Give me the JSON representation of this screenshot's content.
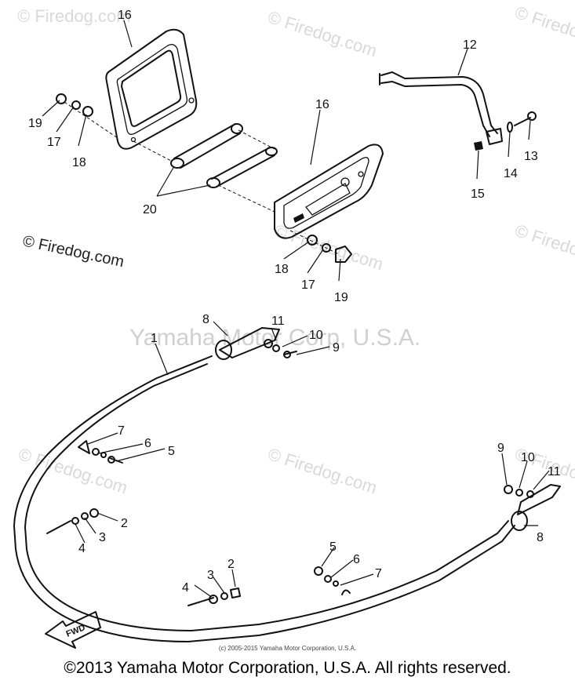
{
  "watermarks": {
    "firedog": "© Firedog.com",
    "company": "Yamaha Motor Corp, U.S.A."
  },
  "callouts": {
    "c1": "1",
    "c2a": "2",
    "c2b": "2",
    "c3a": "3",
    "c3b": "3",
    "c4a": "4",
    "c4b": "4",
    "c5a": "5",
    "c5b": "5",
    "c6a": "6",
    "c6b": "6",
    "c7a": "7",
    "c7b": "7",
    "c8a": "8",
    "c8b": "8",
    "c9a": "9",
    "c9b": "9",
    "c10a": "10",
    "c10b": "10",
    "c11a": "11",
    "c11b": "11",
    "c12": "12",
    "c13": "13",
    "c14": "14",
    "c15": "15",
    "c16a": "16",
    "c16b": "16",
    "c17a": "17",
    "c17b": "17",
    "c18a": "18",
    "c18b": "18",
    "c19a": "19",
    "c19b": "19",
    "c20": "20"
  },
  "fwd_label": "FWD",
  "footer": {
    "small": "(c) 2005-2015 Yamaha Motor Corporation, U.S.A.",
    "main": "©2013 Yamaha Motor Corporation, U.S.A. All rights reserved."
  }
}
